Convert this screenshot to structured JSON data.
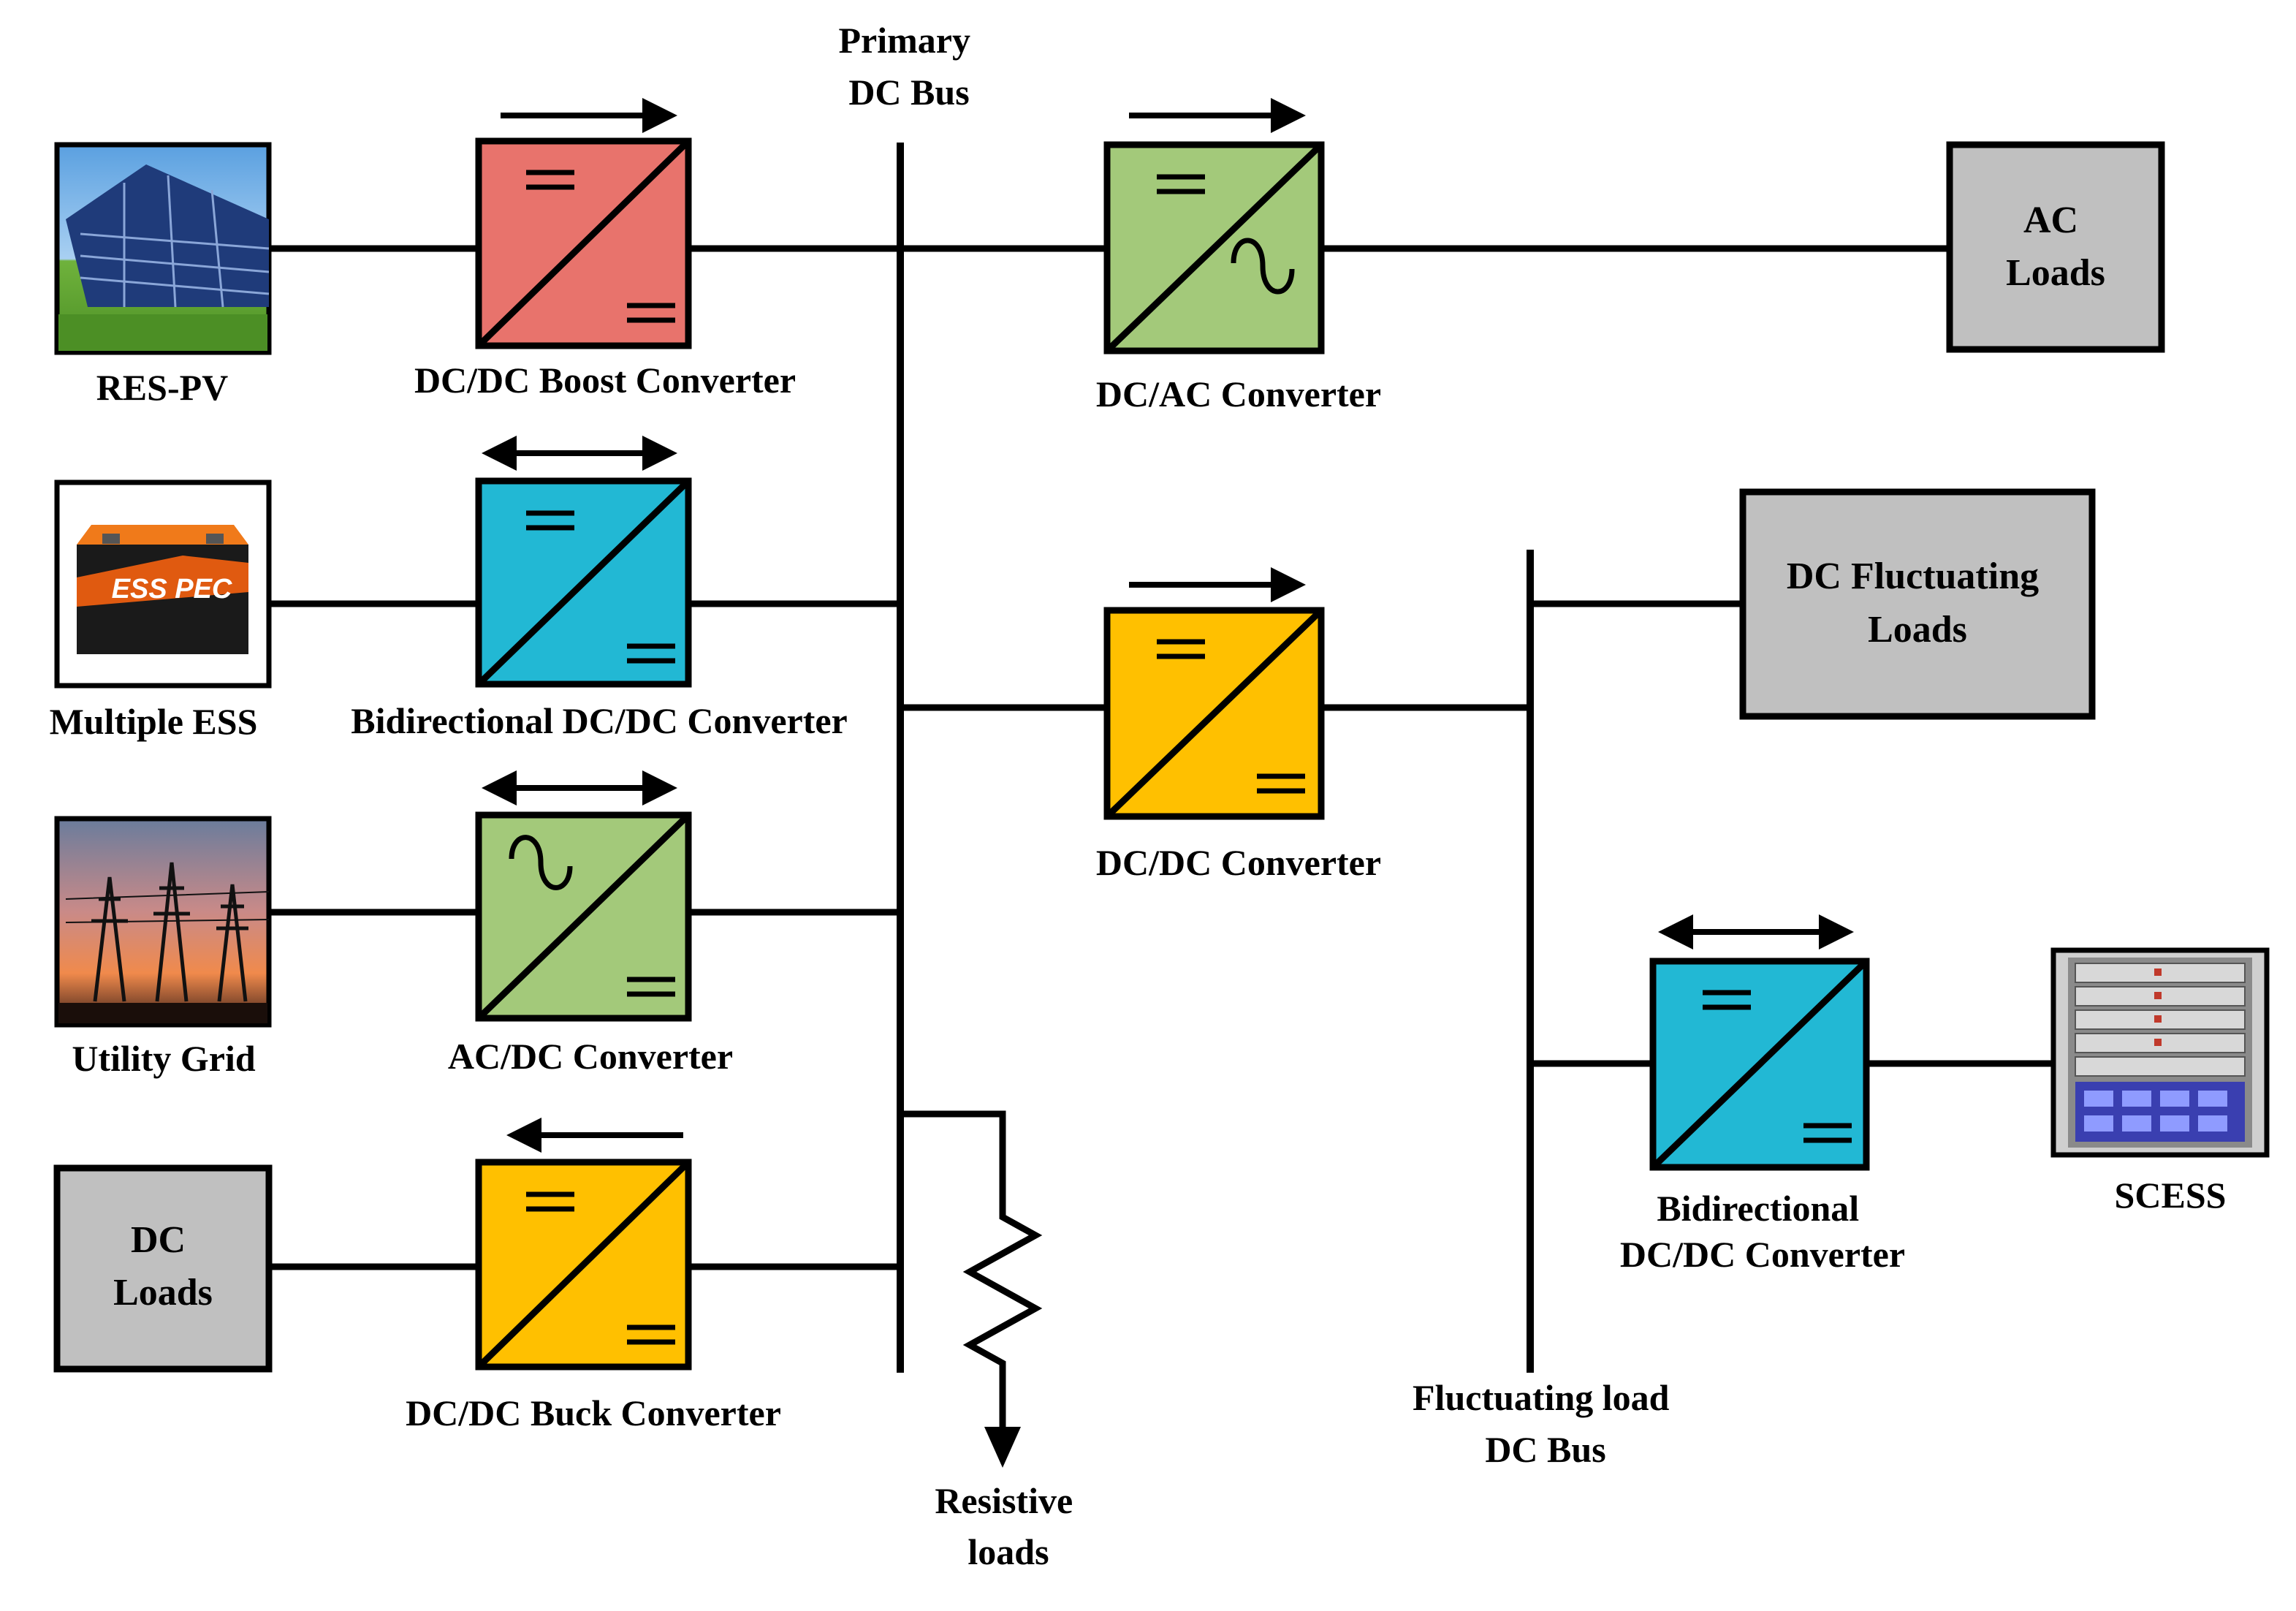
{
  "buses": {
    "primary": {
      "line1": "Primary",
      "line2": "DC Bus"
    },
    "fluctuating": {
      "line1": "Fluctuating load",
      "line2": "DC Bus"
    }
  },
  "sources": {
    "res_pv": "RES-PV",
    "ess": "Multiple ESS",
    "grid": "Utility Grid",
    "dc_loads": {
      "line1": "DC",
      "line2": "Loads"
    },
    "ac_loads": {
      "line1": "AC",
      "line2": "Loads"
    },
    "dc_fluct_loads": {
      "line1": "DC Fluctuating",
      "line2": "Loads"
    },
    "scess": "SCESS",
    "resistive": {
      "line1": "Resistive",
      "line2": "loads"
    },
    "ess_brand": "ESS PEC"
  },
  "converters": {
    "boost": {
      "label": "DC/DC Boost Converter",
      "color": "#e8736c",
      "flow": "right"
    },
    "bidir_ess": {
      "label": "Bidirectional DC/DC Converter",
      "color": "#22b8d4",
      "flow": "both"
    },
    "acdc": {
      "label": "AC/DC Converter",
      "color": "#a3c97a",
      "flow": "both"
    },
    "buck": {
      "label": "DC/DC Buck Converter",
      "color": "#ffc000",
      "flow": "left"
    },
    "dcac": {
      "label": "DC/AC Converter",
      "color": "#a3c97a",
      "flow": "right"
    },
    "dcdc": {
      "label": "DC/DC Converter",
      "color": "#ffc000",
      "flow": "right"
    },
    "bidir_scess": {
      "line1": "Bidirectional",
      "line2": "DC/DC Converter",
      "color": "#22b8d4",
      "flow": "both"
    }
  },
  "colors": {
    "load_box": "#c0c0c0"
  }
}
